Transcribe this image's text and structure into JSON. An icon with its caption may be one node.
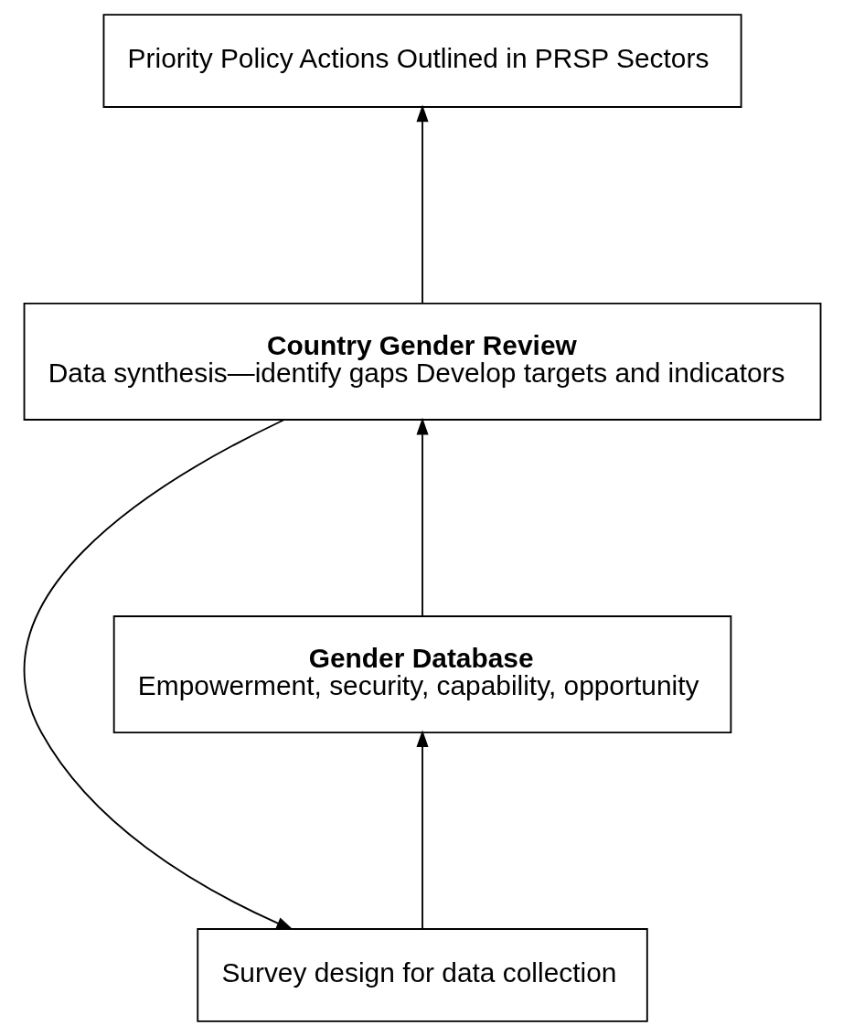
{
  "diagram": {
    "nodes": [
      {
        "text": [
          "Priority Policy Actions Outlined in PRSP Sectors"
        ]
      },
      {
        "text": [
          "Country Gender Review",
          "Data synthesis—identify gaps Develop targets and indicators"
        ]
      },
      {
        "text": [
          "Survey design for data collection"
        ]
      },
      {
        "text": [
          "Gender Database",
          "Empowerment, security, capability, opportunity"
        ]
      }
    ],
    "edges": [
      {
        "from": 1,
        "to": 0,
        "arrow": "to"
      },
      {
        "from": 3,
        "to": 1,
        "arrow": "to"
      },
      {
        "from": 1,
        "to": 2,
        "arrow": "to"
      },
      {
        "from": 2,
        "to": 3,
        "arrow": "to"
      }
    ]
  }
}
